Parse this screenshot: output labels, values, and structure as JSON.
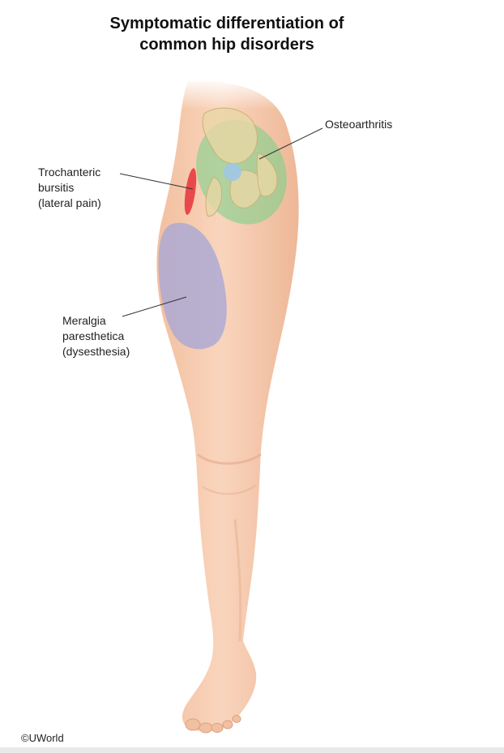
{
  "title": {
    "line1": "Symptomatic differentiation of",
    "line2": "common hip disorders"
  },
  "labels": {
    "osteoarthritis": "Osteoarthritis",
    "trochanteric_bursitis": [
      "Trochanteric",
      "bursitis",
      "(lateral pain)"
    ],
    "meralgia_paresthetica": [
      "Meralgia",
      "paresthetica",
      "(dysesthesia)"
    ]
  },
  "copyright": "©UWorld",
  "colors": {
    "skin": "#f4c7a8",
    "skin_shadow": "#e7a98a",
    "osteoarthritis_region": "#7fd08a",
    "bursitis_region": "#e8323a",
    "meralgia_region": "#a9a8d6",
    "bone": "#e9d7a5",
    "joint": "#9fc7e6"
  }
}
